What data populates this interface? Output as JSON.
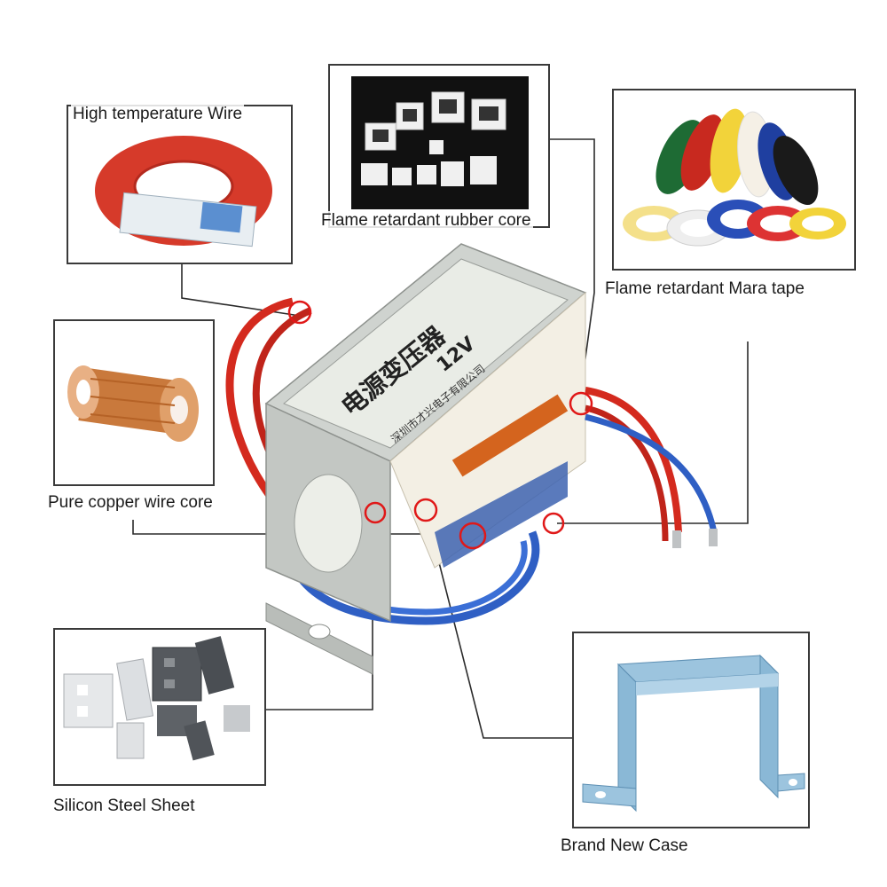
{
  "labels": {
    "high_temp_wire": "High temperature Wire",
    "rubber_core": "Flame retardant rubber core",
    "mara_tape": "Flame retardant Mara tape",
    "copper_core": "Pure copper wire core",
    "silicon_steel": "Silicon Steel Sheet",
    "case": "Brand New Case"
  },
  "transformer": {
    "voltage": "12V",
    "chinese_title": "电源变压器",
    "chinese_maker": "深圳市才兴电子有限公司"
  },
  "colors": {
    "wire_red": "#d42a1e",
    "wire_blue": "#2f5fc4",
    "case_steel": "#c8ccc8",
    "bobbin": "#f3efe4",
    "callout_circle": "#e01818",
    "box_border": "#3a3a3a"
  }
}
